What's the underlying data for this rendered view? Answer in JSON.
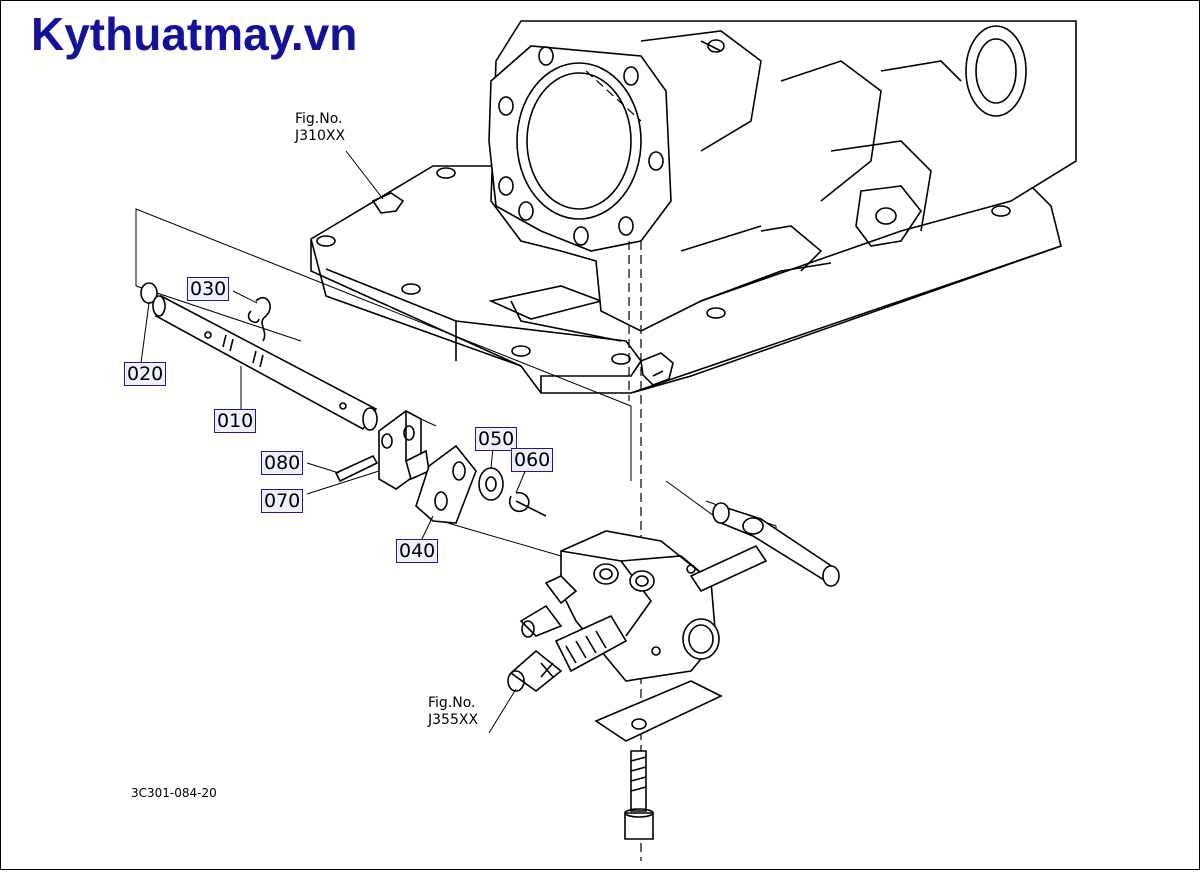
{
  "brand": {
    "text": "Kythuatmay.vn",
    "color": "#12129a"
  },
  "callouts": {
    "p010": "010",
    "p020": "020",
    "p030": "030",
    "p040": "040",
    "p050": "050",
    "p060": "060",
    "p070": "070",
    "p080": "080"
  },
  "fig_refs": {
    "upper": {
      "label": "Fig.No.",
      "number": "J310XX"
    },
    "lower": {
      "label": "Fig.No.",
      "number": "J355XX"
    }
  },
  "drawing_number": "3C301-084-20",
  "colors": {
    "callout_border": "#1a1aa0",
    "callout_fill": "#eef0ff",
    "line": "#000000"
  }
}
